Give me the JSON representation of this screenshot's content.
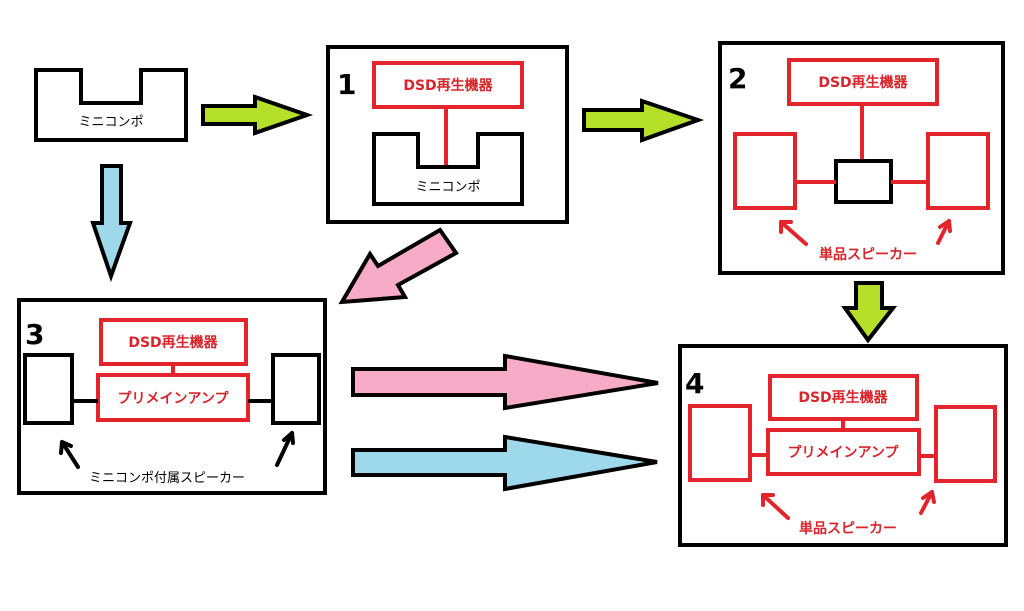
{
  "colors": {
    "red": "#e3242b",
    "green_arrow": "#b5e02a",
    "blue_arrow": "#9dd9ea",
    "pink_arrow": "#f8abc6",
    "outline": "#000000"
  },
  "start": {
    "device_label": "ミニコンポ"
  },
  "panels": [
    {
      "number": "1",
      "dsd_label": "DSD再生機器",
      "device_label": "ミニコンポ"
    },
    {
      "number": "2",
      "dsd_label": "DSD再生機器",
      "speaker_caption": "単品スピーカー"
    },
    {
      "number": "3",
      "dsd_label": "DSD再生機器",
      "amp_label": "プリメインアンプ",
      "speaker_caption": "ミニコンポ付属スピーカー"
    },
    {
      "number": "4",
      "dsd_label": "DSD再生機器",
      "amp_label": "プリメインアンプ",
      "speaker_caption": "単品スピーカー"
    }
  ],
  "flow_arrows": [
    {
      "from": "start",
      "to": "1",
      "color": "green"
    },
    {
      "from": "1",
      "to": "2",
      "color": "green"
    },
    {
      "from": "2",
      "to": "4",
      "color": "green"
    },
    {
      "from": "start",
      "to": "3",
      "color": "blue"
    },
    {
      "from": "1",
      "to": "3",
      "color": "pink"
    },
    {
      "from": "3",
      "to": "4",
      "color": "pink"
    },
    {
      "from": "3",
      "to": "4",
      "color": "blue"
    }
  ]
}
